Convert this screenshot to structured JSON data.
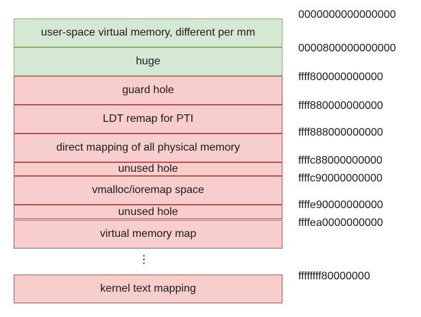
{
  "regions": [
    {
      "label": "user-space virtual memory, different per mm",
      "kind": "user"
    },
    {
      "label": "huge",
      "kind": "user"
    },
    {
      "label": "guard hole",
      "kind": "kernel"
    },
    {
      "label": "LDT remap for PTI",
      "kind": "kernel"
    },
    {
      "label": "direct mapping of all physical memory",
      "kind": "kernel"
    },
    {
      "label": "unused hole",
      "kind": "kernel"
    },
    {
      "label": "vmalloc/ioremap space",
      "kind": "kernel"
    },
    {
      "label": "unused hole",
      "kind": "kernel"
    },
    {
      "label": "virtual memory map",
      "kind": "kernel"
    },
    {
      "label": "kernel text mapping",
      "kind": "kernel"
    }
  ],
  "addresses": [
    "0000000000000000",
    "0000800000000000",
    "ffff800000000000",
    "ffff880000000000",
    "ffff888000000000",
    "ffffc88000000000",
    "ffffc90000000000",
    "ffffe90000000000",
    "ffffea0000000000",
    "ffffffff80000000"
  ],
  "ellipsis": "⋮",
  "colors": {
    "user_fill": "#d5e8d4",
    "user_stroke": "#82b366",
    "kernel_fill": "#f8cecc",
    "kernel_stroke": "#b85450"
  }
}
